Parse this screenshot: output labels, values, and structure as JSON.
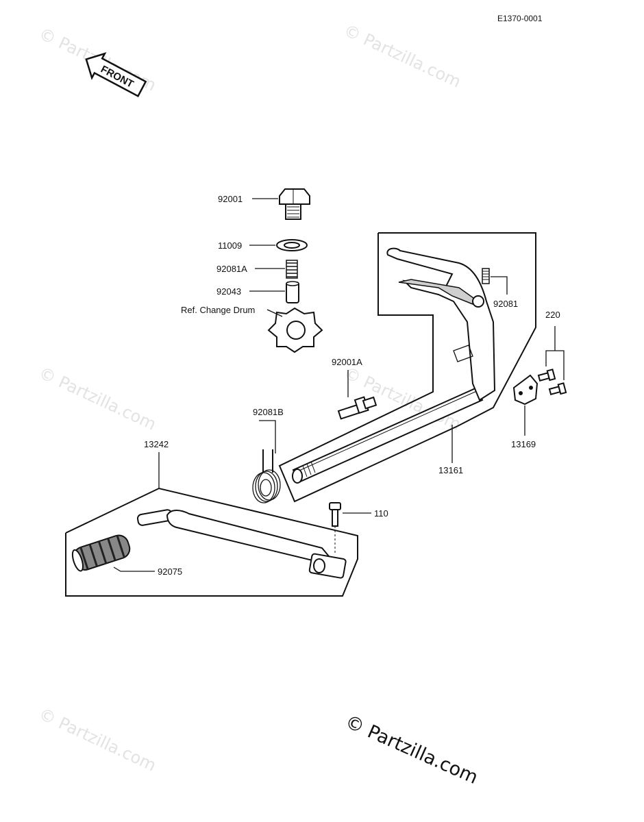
{
  "diagram_code": "E1370-0001",
  "front_label": "FRONT",
  "watermark": "© Partzilla.com",
  "copyright": "© Partzilla.com",
  "ref_label": "Ref. Change Drum",
  "parts": {
    "p92001": "92001",
    "p11009": "11009",
    "p92081A": "92081A",
    "p92043": "92043",
    "p92001A": "92001A",
    "p92081B": "92081B",
    "p92081": "92081",
    "p220": "220",
    "p13169": "13169",
    "p13161": "13161",
    "p13242": "13242",
    "p110": "110",
    "p92075": "92075"
  }
}
